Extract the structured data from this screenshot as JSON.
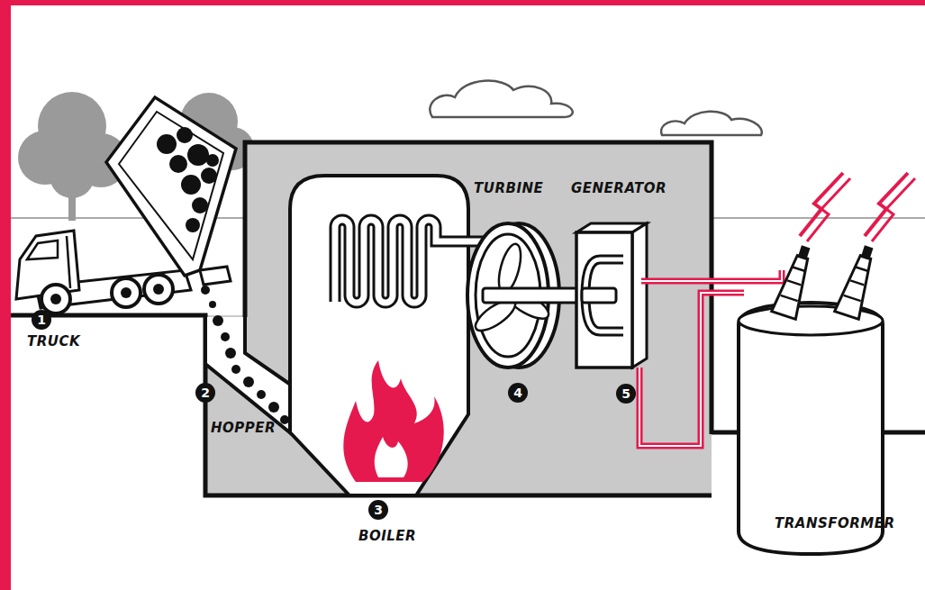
{
  "diagram": {
    "labels": [
      "1",
      "TRUCK",
      "2",
      "HOPPER",
      "TURBINE",
      "GENERATOR",
      "4",
      "5",
      "3",
      "BOILER",
      "TRANSFORMER"
    ]
  }
}
